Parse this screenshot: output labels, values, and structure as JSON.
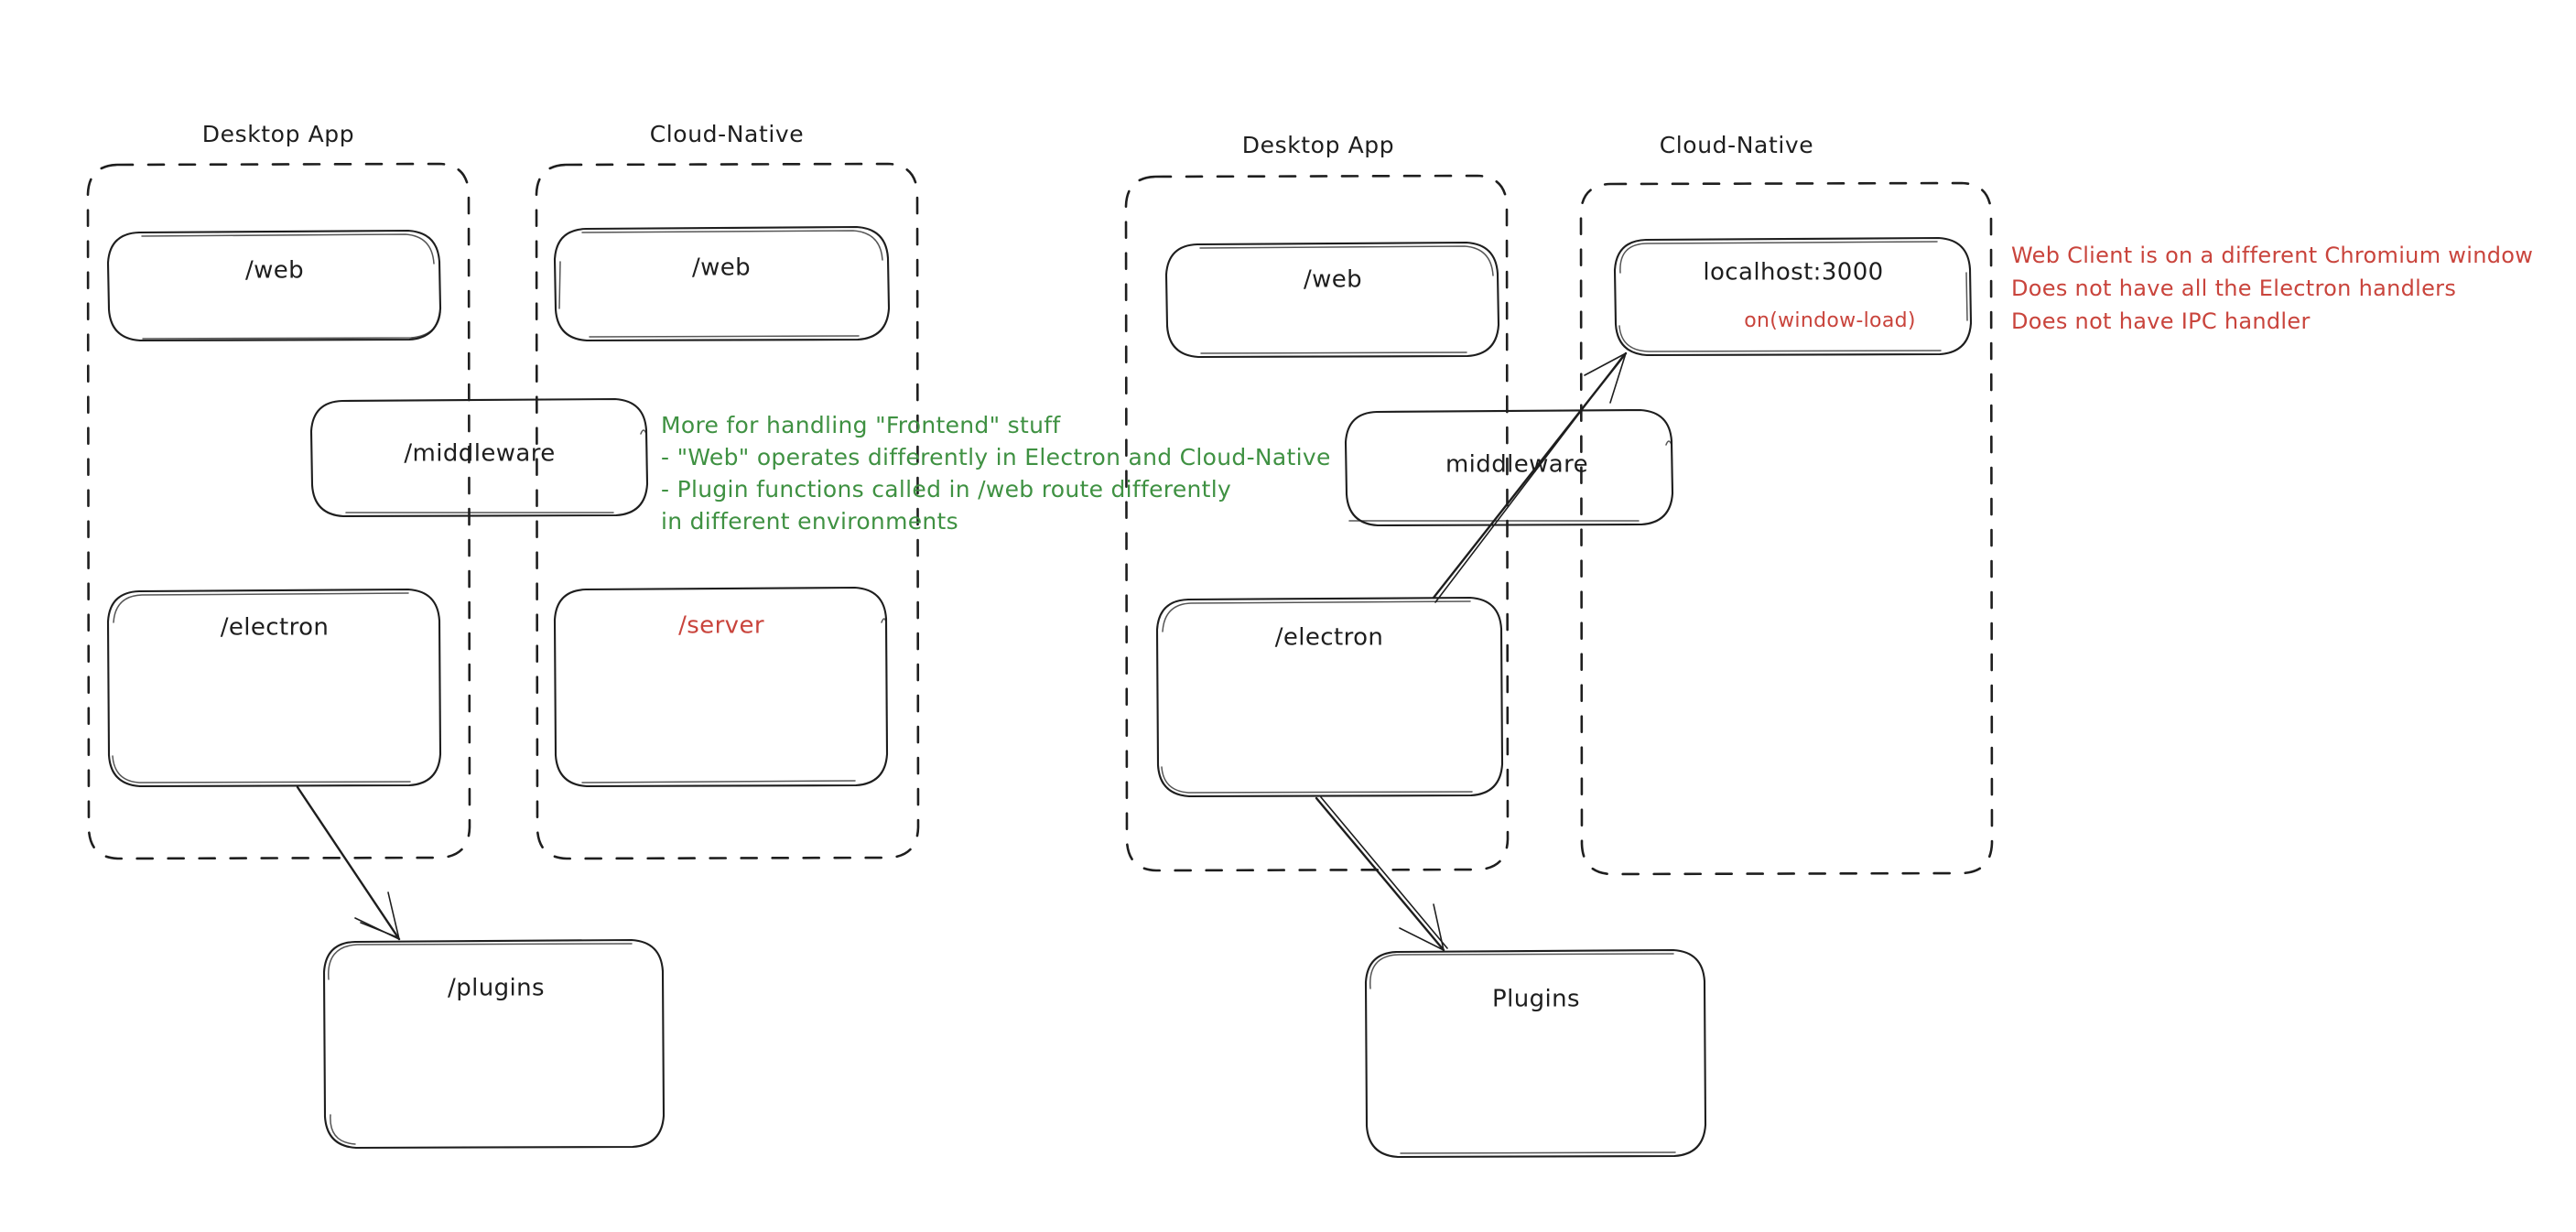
{
  "diagram": {
    "title_visible": false,
    "colors": {
      "ink": "#1e1e1e",
      "green_note": "#3f9142",
      "red_note": "#c9443c",
      "background": "#ffffff"
    },
    "panels": [
      {
        "id": "left-diagram",
        "groups": [
          {
            "id": "left-desktop-app",
            "title": "Desktop App",
            "nodes": [
              {
                "id": "left-desktop-web",
                "label": "/web",
                "color": "ink"
              },
              {
                "id": "left-desktop-electron",
                "label": "/electron",
                "color": "ink"
              }
            ]
          },
          {
            "id": "left-cloud-native",
            "title": "Cloud-Native",
            "nodes": [
              {
                "id": "left-cloud-web",
                "label": "/web",
                "color": "ink"
              },
              {
                "id": "left-cloud-server",
                "label": "/server",
                "color": "red"
              }
            ]
          }
        ],
        "spanning_nodes": [
          {
            "id": "left-middleware",
            "label": "/middleware",
            "color": "ink"
          }
        ],
        "outside_nodes": [
          {
            "id": "left-plugins",
            "label": "/plugins",
            "color": "ink"
          }
        ],
        "arrows": [
          {
            "id": "left-electron-to-plugins",
            "from": "left-desktop-electron",
            "to": "left-plugins"
          }
        ]
      },
      {
        "id": "right-diagram",
        "groups": [
          {
            "id": "right-desktop-app",
            "title": "Desktop App",
            "nodes": [
              {
                "id": "right-desktop-web",
                "label": "/web",
                "color": "ink"
              },
              {
                "id": "right-desktop-electron",
                "label": "/electron",
                "color": "ink"
              }
            ]
          },
          {
            "id": "right-cloud-native",
            "title": "Cloud-Native",
            "nodes": [
              {
                "id": "right-localhost",
                "label": "localhost:3000",
                "color": "ink",
                "sublabel": "on(window-load)",
                "sublabel_color": "red"
              }
            ]
          }
        ],
        "spanning_nodes": [
          {
            "id": "right-middleware",
            "label": "middleware",
            "color": "ink"
          }
        ],
        "outside_nodes": [
          {
            "id": "right-plugins",
            "label": "Plugins",
            "color": "ink"
          }
        ],
        "arrows": [
          {
            "id": "right-electron-to-localhost",
            "from": "right-desktop-electron",
            "to": "right-localhost"
          },
          {
            "id": "right-electron-to-plugins",
            "from": "right-desktop-electron",
            "to": "right-plugins"
          }
        ]
      }
    ],
    "annotations": [
      {
        "id": "green-note",
        "color": "green",
        "lines": [
          "More for handling \"Frontend\" stuff",
          "- \"Web\" operates differently in Electron and Cloud-Native",
          "- Plugin functions called in /web route differently",
          "in different environments"
        ]
      },
      {
        "id": "red-note",
        "color": "red",
        "lines": [
          "Web Client is on a different Chromium window",
          "Does not have all the Electron handlers",
          "Does not have IPC handler"
        ]
      }
    ]
  }
}
